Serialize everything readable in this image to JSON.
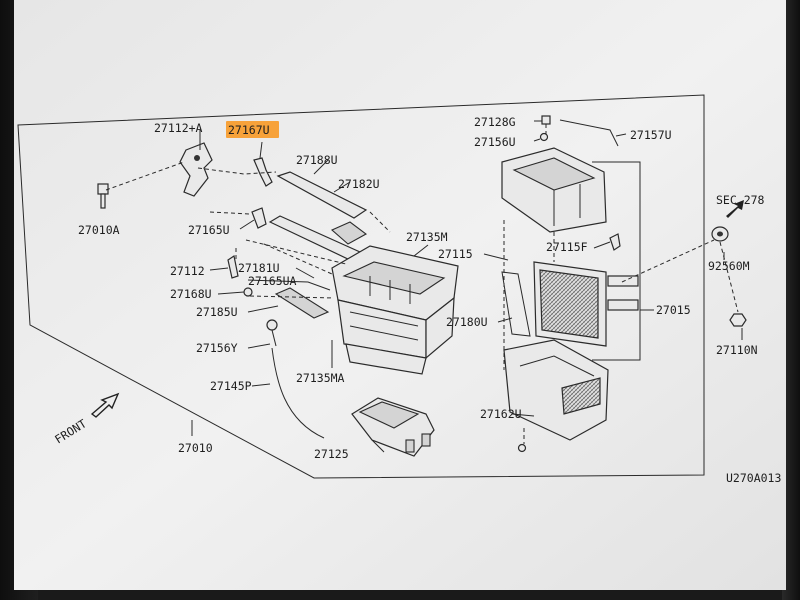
{
  "diagram_code": "U270A013",
  "front_label": "FRONT",
  "highlighted_part": "27167U",
  "colors": {
    "highlight": "#f7a23a",
    "paper": "#f2f2f2",
    "ink": "#1e1e1e"
  },
  "labels": {
    "p27112A": "27112+A",
    "p27167U": "27167U",
    "p27188U": "27188U",
    "p27182U": "27182U",
    "p27010A": "27010A",
    "p27165U": "27165U",
    "p27135M": "27135M",
    "p27112": "27112",
    "p27181U": "27181U",
    "p27165UA": "27165UA",
    "p27168U": "27168U",
    "p27185U": "27185U",
    "p27156Y": "27156Y",
    "p27145P": "27145P",
    "p27135MA": "27135MA",
    "p27010": "27010",
    "p27125": "27125",
    "p27128G": "27128G",
    "p27156U": "27156U",
    "p27157U": "27157U",
    "p27115": "27115",
    "p27115F": "27115F",
    "p27180U": "27180U",
    "p27015": "27015",
    "p27162U": "27162U",
    "sec278": "SEC.278",
    "p92560M": "92560M",
    "p27110N": "27110N"
  }
}
